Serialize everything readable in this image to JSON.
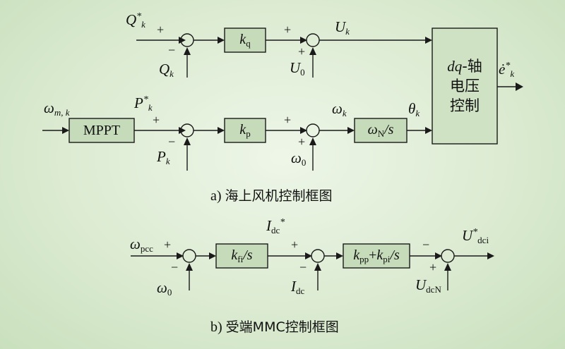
{
  "diagram_a": {
    "caption_prefix": "a)",
    "caption": "海上风机控制框图",
    "blocks": {
      "kq": {
        "sym": "k",
        "sub": "q"
      },
      "kp": {
        "sym": "k",
        "sub": "p"
      },
      "mppt": "MPPT",
      "integrator": {
        "num": "ω",
        "num_sub": "N",
        "den": "/s"
      },
      "dq": {
        "pre": "dq",
        "dash": "-轴",
        "line2": "电压",
        "line3": "控制"
      }
    },
    "signals": {
      "q_ref": {
        "sym": "Q",
        "sub": "k",
        "sup": "*"
      },
      "q_meas": {
        "sym": "Q",
        "sub": "k"
      },
      "u_k": {
        "sym": "U",
        "sub": "k"
      },
      "u_0": {
        "sym": "U",
        "sub": "0"
      },
      "omega_m": {
        "sym": "ω",
        "sub": "m, k"
      },
      "p_ref": {
        "sym": "P",
        "sub": "k",
        "sup": "*"
      },
      "p_meas": {
        "sym": "P",
        "sub": "k"
      },
      "omega_k": {
        "sym": "ω",
        "sub": "k"
      },
      "omega_0": {
        "sym": "ω",
        "sub": "0"
      },
      "theta_k": {
        "sym": "θ",
        "sub": "k"
      },
      "e_out": {
        "sym": "ė",
        "sub": "k",
        "sup": "*"
      }
    }
  },
  "diagram_b": {
    "caption_prefix": "b)",
    "caption": "受端MMC控制框图",
    "blocks": {
      "kfi": {
        "sym": "k",
        "sub": "fi",
        "den": "/s"
      },
      "pi": {
        "a": "k",
        "a_sub": "pp",
        "plus": "+",
        "b": "k",
        "b_sub": "pi",
        "den": "/s"
      }
    },
    "signals": {
      "omega_pcc": {
        "sym": "ω",
        "sub": "pcc"
      },
      "omega_0": {
        "sym": "ω",
        "sub": "0"
      },
      "i_dc_ref": {
        "sym": "I",
        "sub": "dc",
        "sup": "*"
      },
      "i_dc": {
        "sym": "I",
        "sub": "dc"
      },
      "u_dcn": {
        "sym": "U",
        "sub": "dcN"
      },
      "u_dci_ref": {
        "sym": "U",
        "sub": "dci",
        "sup": "*"
      }
    }
  },
  "signs": {
    "plus": "+",
    "minus": "−"
  }
}
